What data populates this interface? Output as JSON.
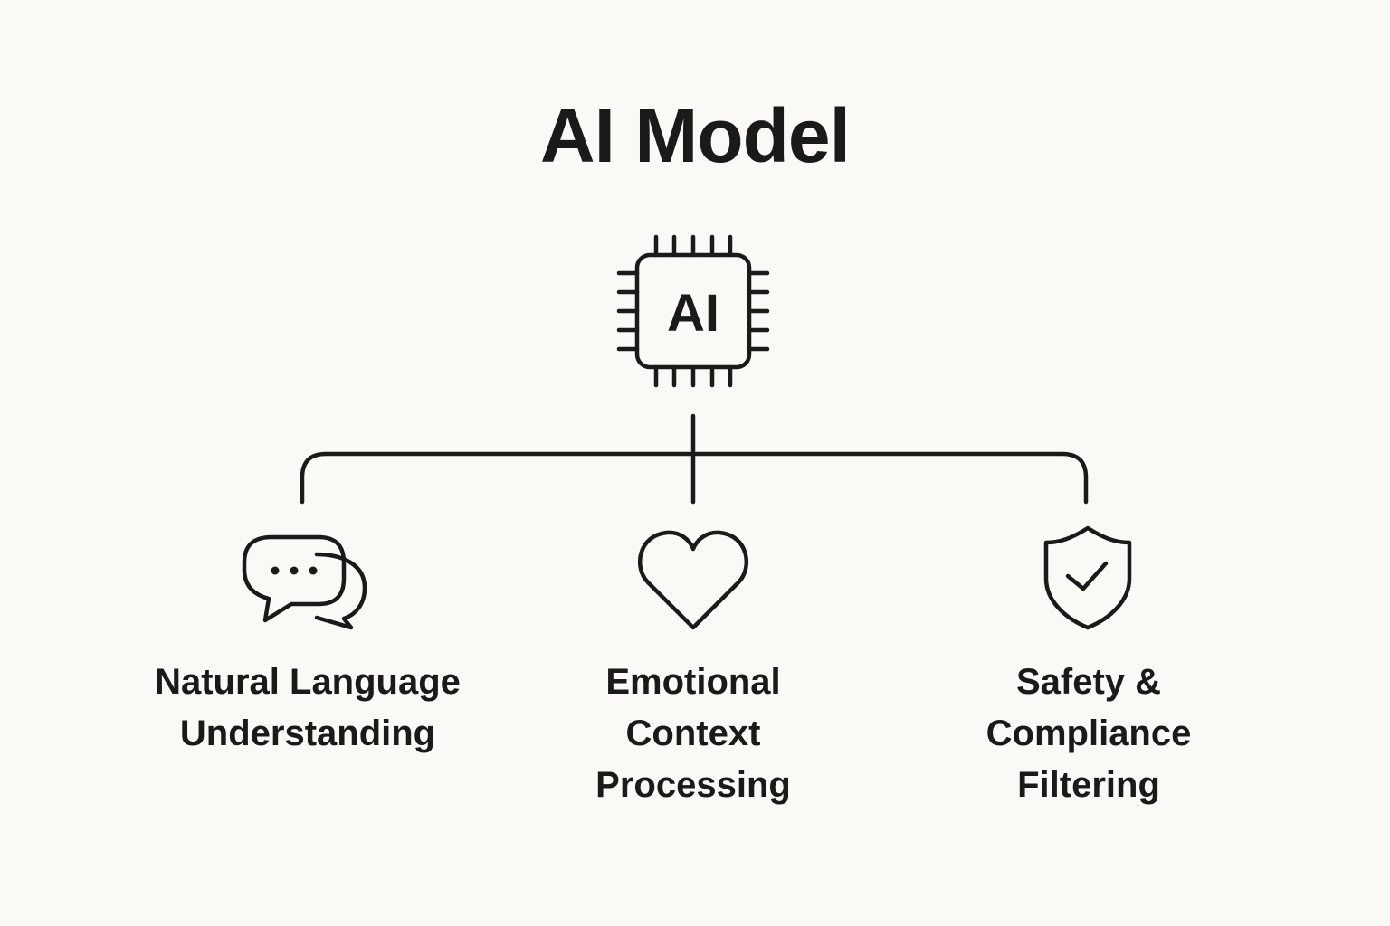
{
  "title": "AI Model",
  "chip": {
    "icon": "ai-chip-icon",
    "label": "AI"
  },
  "branches": [
    {
      "icon": "chat-bubbles-icon",
      "label_lines": [
        "Natural Language",
        "Understanding"
      ]
    },
    {
      "icon": "heart-icon",
      "label_lines": [
        "Emotional",
        "Context",
        "Processing"
      ]
    },
    {
      "icon": "shield-check-icon",
      "label_lines": [
        "Safety &",
        "Compliance",
        "Filtering"
      ]
    }
  ],
  "colors": {
    "background": "#faf9f5",
    "ink": "#1a1a1a"
  }
}
